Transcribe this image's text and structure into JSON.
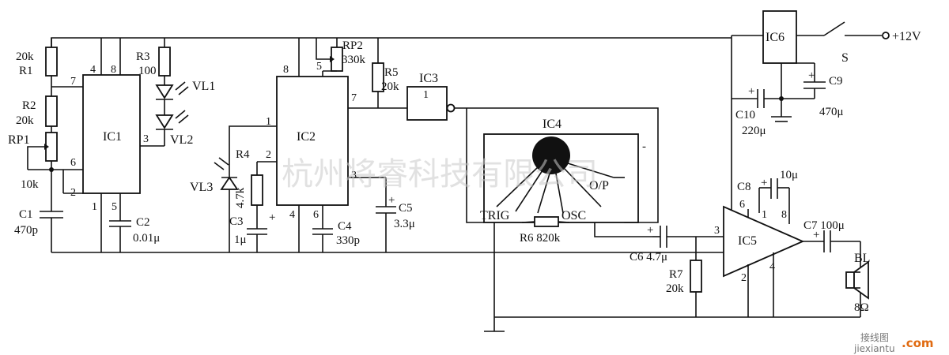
{
  "components": {
    "ic1": "IC1",
    "ic2": "IC2",
    "ic3": "IC3",
    "ic4": "IC4",
    "ic5": "IC5",
    "ic6": "IC6",
    "r1_name": "R1",
    "r1_val": "20k",
    "r2_name": "R2",
    "r2_val": "20k",
    "rp1_name": "RP1",
    "rp1_val": "10k",
    "r3_name": "R3",
    "r3_val": "100",
    "rp2_name": "RP2",
    "rp2_val": "330k",
    "r4_name": "R4",
    "r4_val": "4.7k",
    "r5_name": "R5",
    "r5_val": "20k",
    "r6": "R6 820k",
    "r7_name": "R7",
    "r7_val": "20k",
    "c1_name": "C1",
    "c1_val": "470p",
    "c2_name": "C2",
    "c2_val": "0.01μ",
    "c3_name": "C3",
    "c3_val": "1μ",
    "c4_name": "C4",
    "c4_val": "330p",
    "c5_name": "C5",
    "c5_val": "3.3μ",
    "c6": "C6  4.7μ",
    "c7": "C7 100μ",
    "c8_name": "C8",
    "c8_val": "10μ",
    "c9_name": "C9",
    "c9_val": "470μ",
    "c10_name": "C10",
    "c10_val": "220μ",
    "vl1": "VL1",
    "vl2": "VL2",
    "vl3": "VL3",
    "switch": "S",
    "supply": "+12V",
    "bl_name": "BL",
    "bl_val": "8Ω",
    "trig": "TRIG",
    "osc": "OSC",
    "op": "O/P"
  },
  "pins": {
    "p4": "4",
    "p8": "8",
    "p7": "7",
    "p6": "6",
    "p2": "2",
    "p1": "1",
    "p5": "5",
    "p3": "3"
  },
  "polarity": {
    "plus": "+",
    "minus": "-"
  },
  "watermark": "杭州将睿科技有限公司",
  "logo": {
    "cn": "接线图",
    "site": "jiexiantu",
    "brand": ".com"
  },
  "colors": {
    "ink": "#111111",
    "watermark": "#c9c9c9",
    "logo_accent": "#e06a10"
  }
}
